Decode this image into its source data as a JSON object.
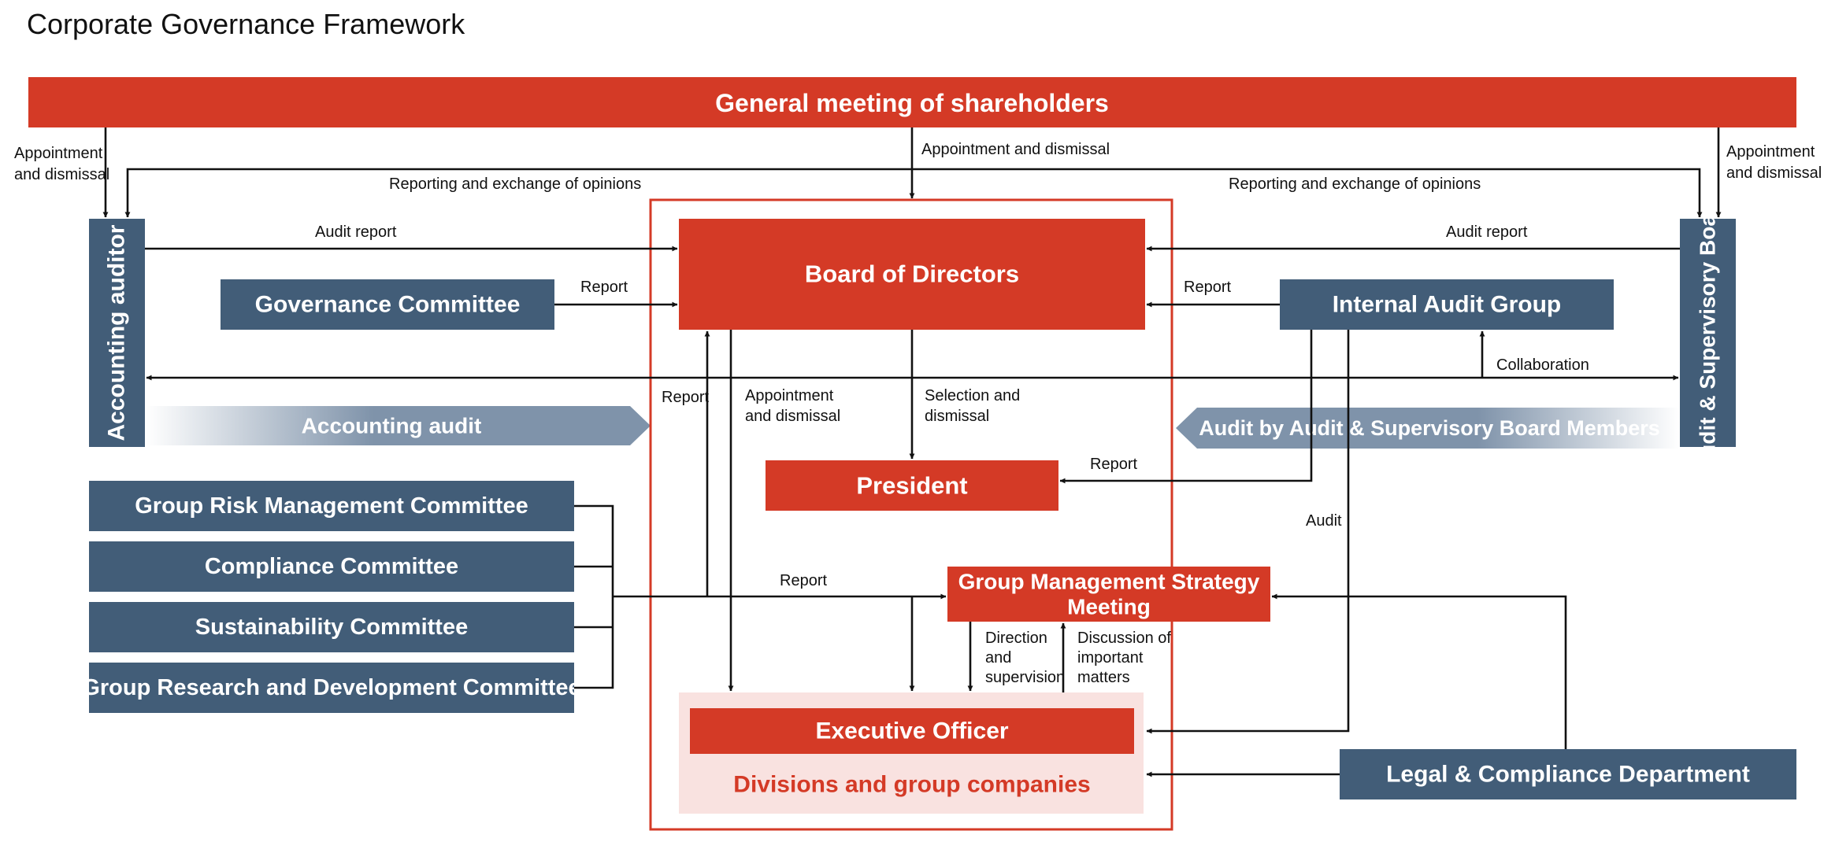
{
  "title": "Corporate Governance Framework",
  "colors": {
    "red": "#d43a26",
    "navy": "#425d78",
    "pink": "#f9e2e0",
    "grey_blue": "#7f93aa",
    "line": "#111111"
  },
  "boxes": {
    "shareholders": "General meeting of shareholders",
    "board": "Board of Directors",
    "governance_committee": "Governance Committee",
    "internal_audit_group": "Internal Audit Group",
    "accounting_auditor": "Accounting auditor",
    "audit_supervisory_board": "Audit & Supervisory Board",
    "president": "President",
    "gmsm_line1": "Group Management Strategy",
    "gmsm_line2": "Meeting",
    "executive_officer": "Executive Officer",
    "divisions": "Divisions and group companies",
    "legal_compliance": "Legal & Compliance Department",
    "committees": [
      "Group Risk Management Committee",
      "Compliance Committee",
      "Sustainability Committee",
      "Group Research and Development Committee"
    ]
  },
  "banners": {
    "accounting_audit": "Accounting audit",
    "asb_audit": "Audit by Audit & Supervisory Board Members"
  },
  "labels": {
    "appointment_left_1": "Appointment",
    "appointment_left_2": "and dismissal",
    "appointment_right_1": "Appointment",
    "appointment_right_2": "and dismissal",
    "appointment_center": "Appointment and dismissal",
    "reporting_left": "Reporting and exchange of opinions",
    "reporting_right": "Reporting and exchange of opinions",
    "audit_report_left": "Audit report",
    "audit_report_right": "Audit report",
    "report_governance": "Report",
    "report_internal": "Report",
    "collaboration": "Collaboration",
    "report_up": "Report",
    "appointment_exec_1": "Appointment",
    "appointment_exec_2": "and dismissal",
    "selection_1": "Selection and",
    "selection_2": "dismissal",
    "report_president": "Report",
    "audit": "Audit",
    "report_committees": "Report",
    "direction_1": "Direction",
    "direction_2": "and",
    "direction_3": "supervision",
    "discussion_1": "Discussion of",
    "discussion_2": "important",
    "discussion_3": "matters"
  }
}
